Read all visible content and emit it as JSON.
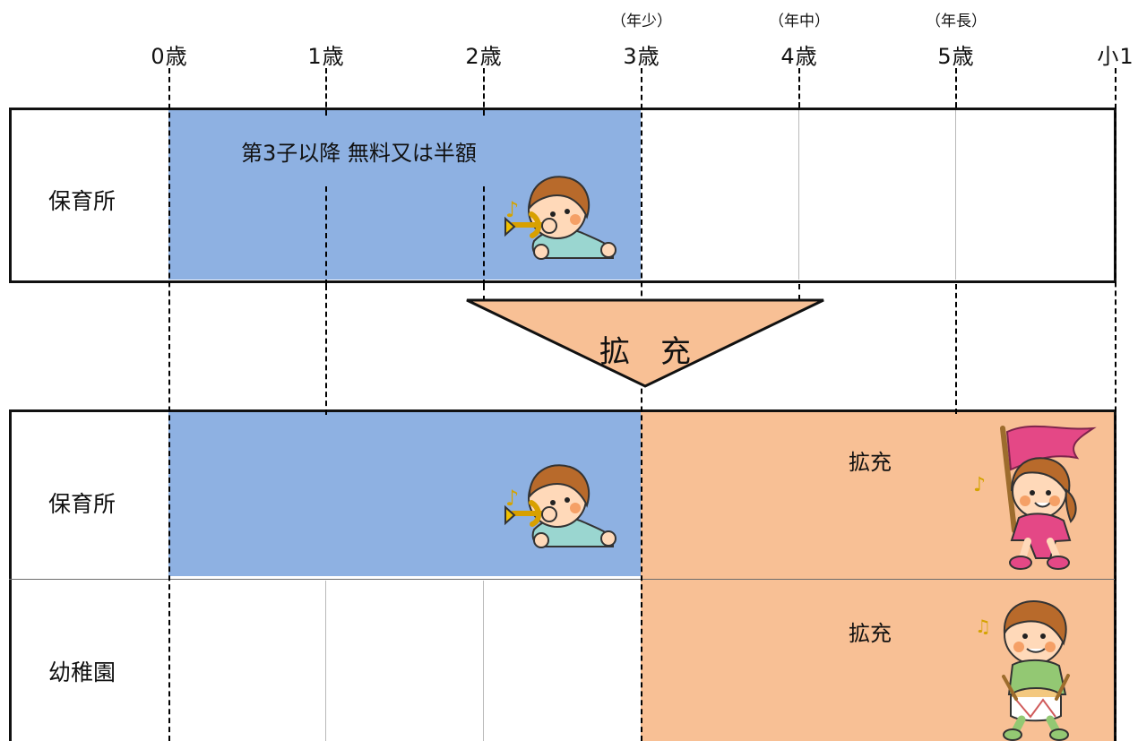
{
  "age_axis": {
    "ticks": [
      "0歳",
      "1歳",
      "2歳",
      "3歳",
      "4歳",
      "5歳",
      "小1"
    ],
    "subtitles": [
      "",
      "",
      "",
      "（年少）",
      "（年中）",
      "（年長）",
      ""
    ]
  },
  "before": {
    "row_label": "保育所",
    "band_text": "第3子以降 無料又は半額"
  },
  "transition": {
    "label": "拡　充"
  },
  "after": {
    "rows": [
      {
        "label": "保育所",
        "expanded_text": "拡充"
      },
      {
        "label": "幼稚園",
        "expanded_text": "拡充"
      }
    ]
  },
  "colors": {
    "blue": "#8eb1e2",
    "orange": "#f8c095",
    "pink": "#e44886",
    "skin": "#ffd9b9",
    "hair": "#b86a2b",
    "teal": "#9ad6d0",
    "green": "#93c873"
  },
  "icons": {
    "music_note": "♪",
    "music_pair": "♫"
  }
}
